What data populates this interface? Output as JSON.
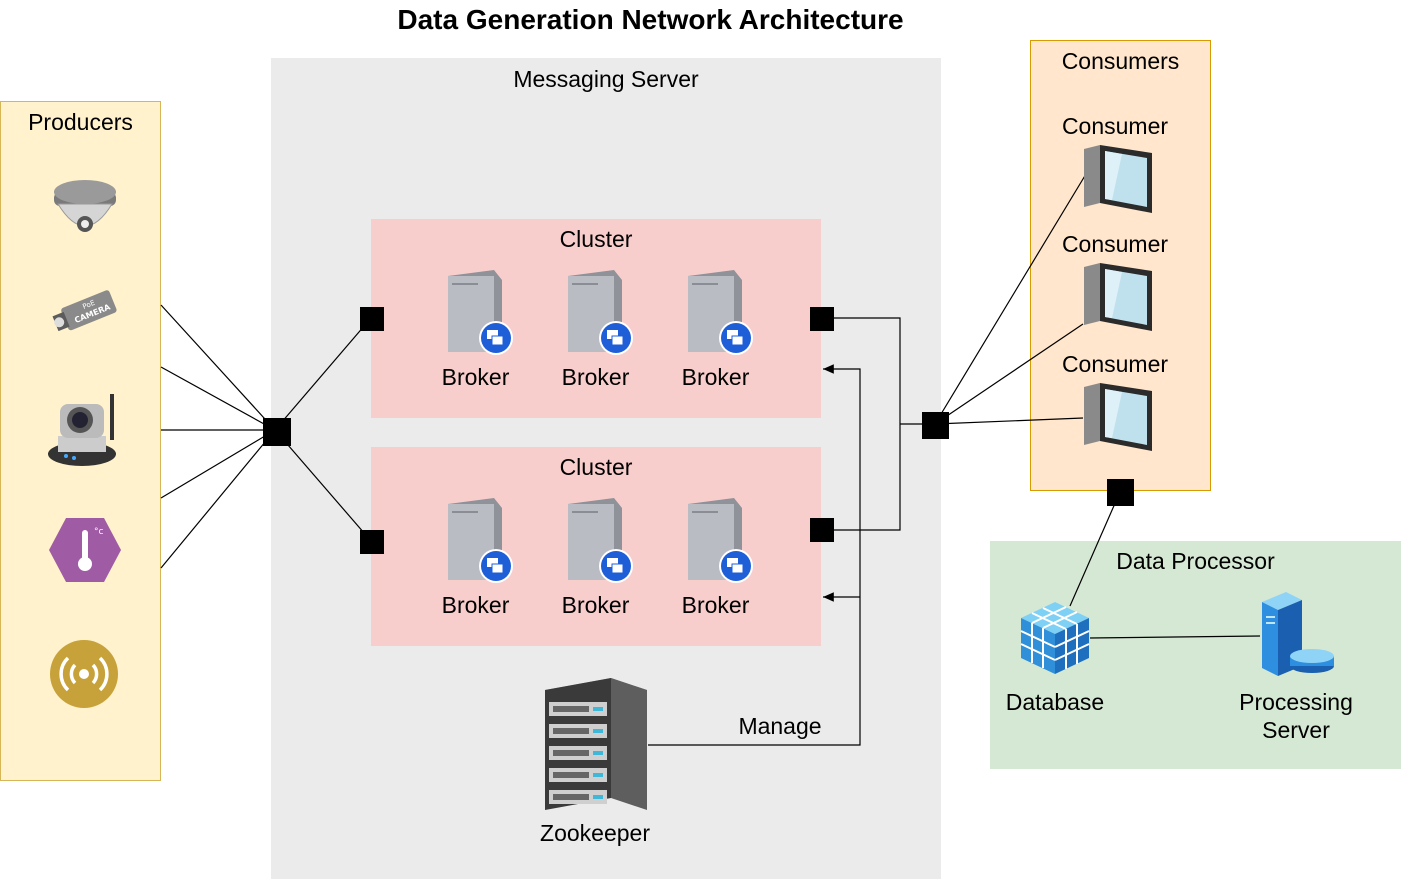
{
  "title": "Data Generation Network Architecture",
  "producers": {
    "label": "Producers",
    "icons": [
      "dome-camera-icon",
      "poe-camera-icon",
      "ip-camera-icon",
      "temperature-sensor-icon",
      "wireless-sensor-icon"
    ]
  },
  "messaging_server": {
    "label": "Messaging Server",
    "clusters": [
      {
        "label": "Cluster",
        "brokers": [
          "Broker",
          "Broker",
          "Broker"
        ]
      },
      {
        "label": "Cluster",
        "brokers": [
          "Broker",
          "Broker",
          "Broker"
        ]
      }
    ],
    "zookeeper": {
      "label": "Zookeeper",
      "edge_label": "Manage"
    }
  },
  "consumers": {
    "label": "Consumers",
    "items": [
      "Consumer",
      "Consumer",
      "Consumer"
    ]
  },
  "data_processor": {
    "label": "Data Processor",
    "database": "Database",
    "processing_server": "Processing\nServer"
  },
  "colors": {
    "producers_fill": "#fff2cc",
    "producers_border": "#d6b656",
    "messaging_fill": "#ebebeb",
    "cluster_fill": "#f8cecc",
    "consumers_fill": "#ffe6cc",
    "consumers_border": "#d79b00",
    "processor_fill": "#d5e8d4"
  }
}
